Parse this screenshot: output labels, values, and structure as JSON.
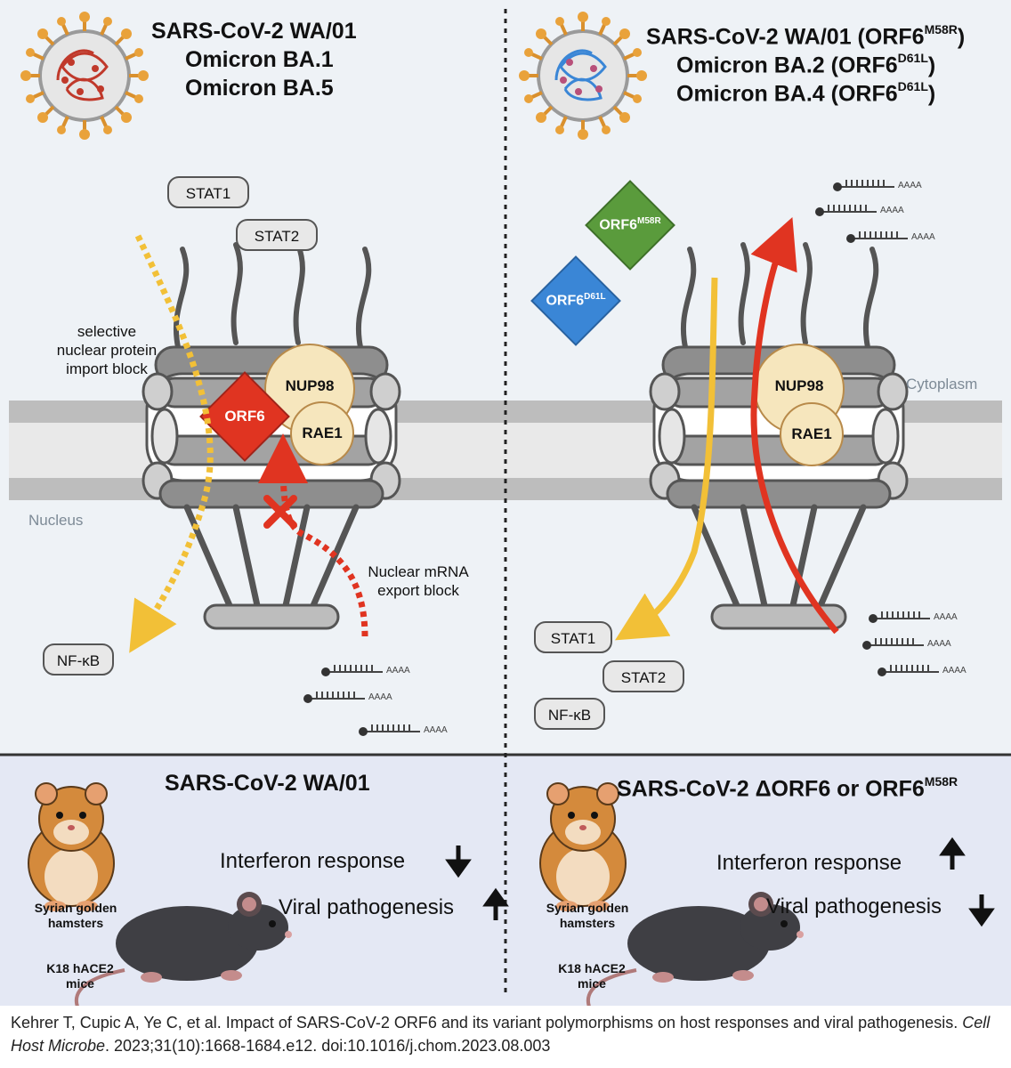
{
  "top_left": {
    "titles": [
      "SARS-CoV-2 WA/01",
      "Omicron BA.1",
      "Omicron BA.5"
    ],
    "pills": [
      "STAT1",
      "STAT2",
      "NF-κB"
    ],
    "orf6": "ORF6",
    "nup98": "NUP98",
    "rae1": "RAE1",
    "import_block": [
      "selective",
      "nuclear protein",
      "import block"
    ],
    "export_block": [
      "Nuclear mRNA",
      "export block"
    ],
    "nucleus": "Nucleus",
    "mrna_tail": "AAAA"
  },
  "top_right": {
    "title1_base": "SARS-CoV-2 WA/01 (ORF6",
    "title1_sup": "M58R",
    "title1_end": ")",
    "title2_base": "Omicron BA.2 (ORF6",
    "title2_sup": "D61L",
    "title2_end": ")",
    "title3_base": "Omicron BA.4 (ORF6",
    "title3_sup": "D61L",
    "title3_end": ")",
    "variant_green_base": "ORF6",
    "variant_green_sup": "M58R",
    "variant_blue_base": "ORF6",
    "variant_blue_sup": "D61L",
    "nup98": "NUP98",
    "rae1": "RAE1",
    "cytoplasm": "Cytoplasm",
    "pills": [
      "STAT1",
      "STAT2",
      "NF-κB"
    ],
    "mrna_tail": "AAAA"
  },
  "bottom_left": {
    "title": "SARS-CoV-2 WA/01",
    "effect1": "Interferon response",
    "effect2": "Viral pathogenesis",
    "hamster_label": [
      "Syrian golden",
      "hamsters"
    ],
    "mouse_label": [
      "K18 hACE2",
      "mice"
    ]
  },
  "bottom_right": {
    "title_base": "SARS-CoV-2 ΔORF6 or ORF6",
    "title_sup": "M58R",
    "effect1": "Interferon response",
    "effect2": "Viral pathogenesis",
    "hamster_label": [
      "Syrian golden",
      "hamsters"
    ],
    "mouse_label": [
      "K18 hACE2",
      "mice"
    ]
  },
  "citation": {
    "text1": "Kehrer T, Cupic A, Ye C, et al. Impact of SARS-CoV-2 ORF6 and its variant polymorphisms on host responses and viral pathogenesis. ",
    "journal": "Cell Host Microbe",
    "text2": ". 2023;31(10):1668-1684.e12. doi:10.1016/j.chom.2023.08.003"
  },
  "colors": {
    "panel_top": "#eef2f6",
    "panel_bottom": "#e4e8f4",
    "membrane": "#bdbdbd",
    "orf6_red": "#e03421",
    "variant_green": "#5a9b3c",
    "variant_blue": "#3a86d6",
    "import_yellow": "#f2c037",
    "export_red": "#e03421",
    "nup_fill": "#f6e6bd"
  }
}
